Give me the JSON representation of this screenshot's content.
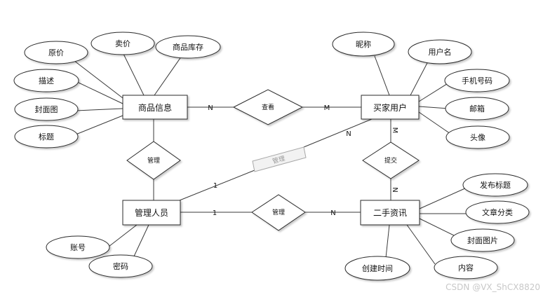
{
  "entities": {
    "goods": "商品信息",
    "buyer": "买家用户",
    "admin": "管理人员",
    "news": "二手资讯"
  },
  "attributes": {
    "goods": [
      "原价",
      "卖价",
      "商品库存",
      "描述",
      "封面图",
      "标题"
    ],
    "buyer": [
      "昵称",
      "用户名",
      "手机号码",
      "邮箱",
      "头像"
    ],
    "admin": [
      "账号",
      "密码"
    ],
    "news": [
      "发布标题",
      "文章分类",
      "封面图片",
      "内容",
      "创建时间"
    ]
  },
  "relationships": {
    "view": "查看",
    "manage_goods": "管理",
    "manage_buyer": "管理",
    "manage_news": "管理",
    "submit": "提交"
  },
  "cardinalities": {
    "goods_view": "N",
    "view_buyer": "M",
    "admin_ghost": "1",
    "ghost_buyer": "N",
    "admin_news_rel": "1",
    "news_rel_news": "N",
    "buyer_submit": "M",
    "submit_news": "N"
  },
  "watermark": "CSDN @VX_ShCX8820"
}
